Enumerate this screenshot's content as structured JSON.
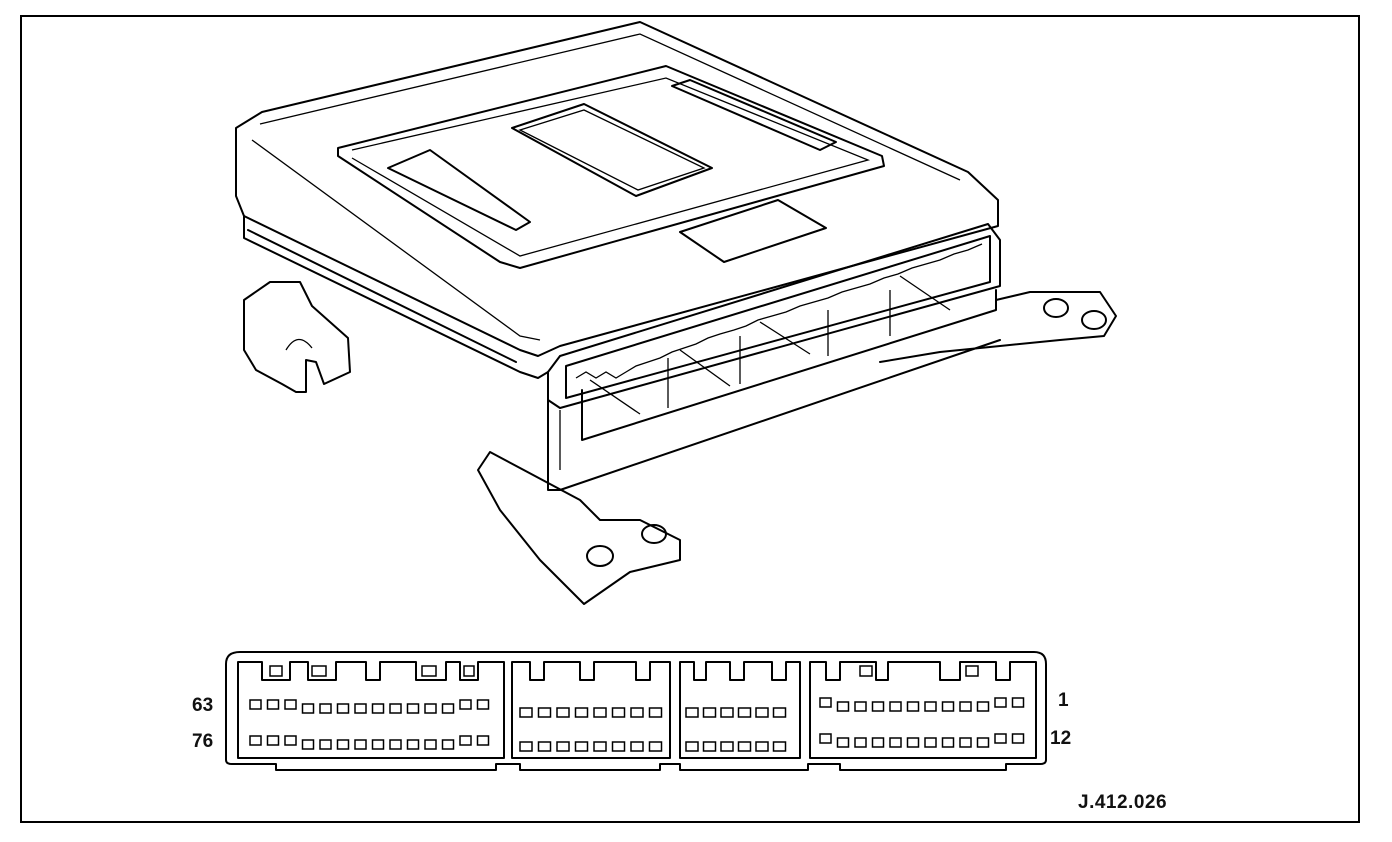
{
  "connector": {
    "pin_top_left": "63",
    "pin_bottom_left": "76",
    "pin_top_right": "1",
    "pin_bottom_right": "12"
  },
  "reference": "J.412.026"
}
